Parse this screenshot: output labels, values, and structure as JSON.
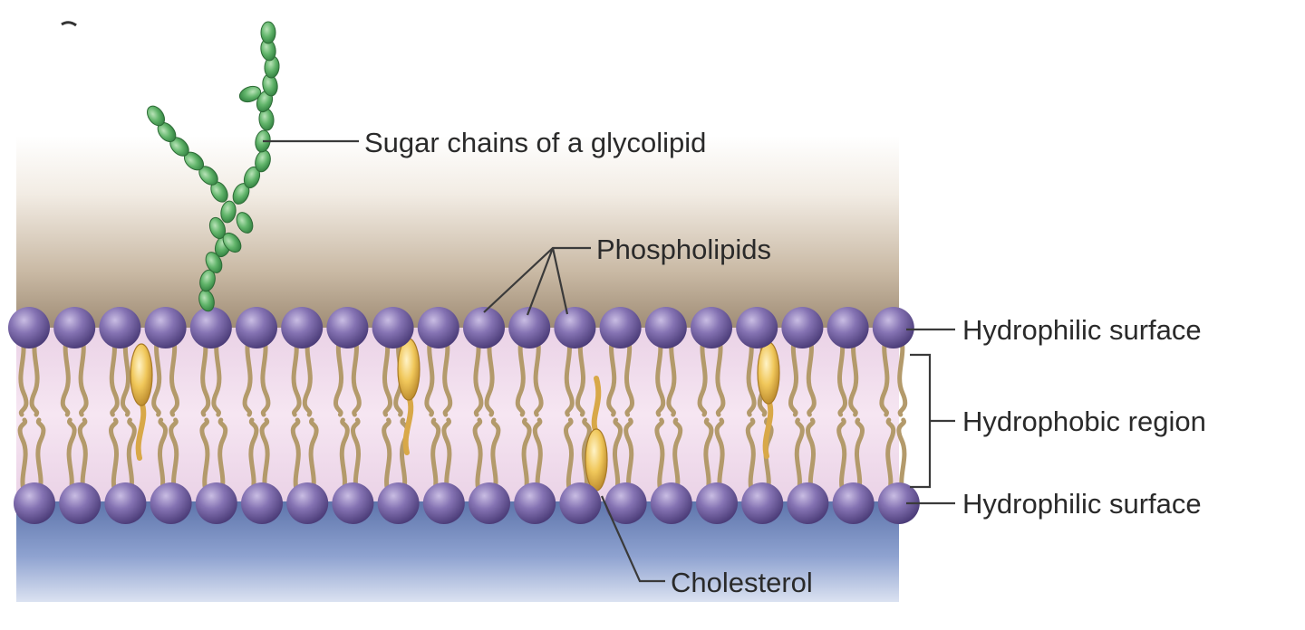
{
  "labels": {
    "sugar_chains": "Sugar chains of a glycolipid",
    "phospholipids": "Phospholipids",
    "hydrophilic_top": "Hydrophilic surface",
    "hydrophobic_region": "Hydrophobic region",
    "hydrophilic_bottom": "Hydrophilic surface",
    "cholesterol": "Cholesterol"
  },
  "colors": {
    "phosphate_head": "#7a68a8",
    "lipid_tail": "#b39a6b",
    "hydrophobic_interior": "#f1dcec",
    "cholesterol": "#e8c060",
    "sugar": "#5fb06a",
    "outside_fluid": "#9b8871",
    "inside_fluid": "#6f86bd"
  }
}
